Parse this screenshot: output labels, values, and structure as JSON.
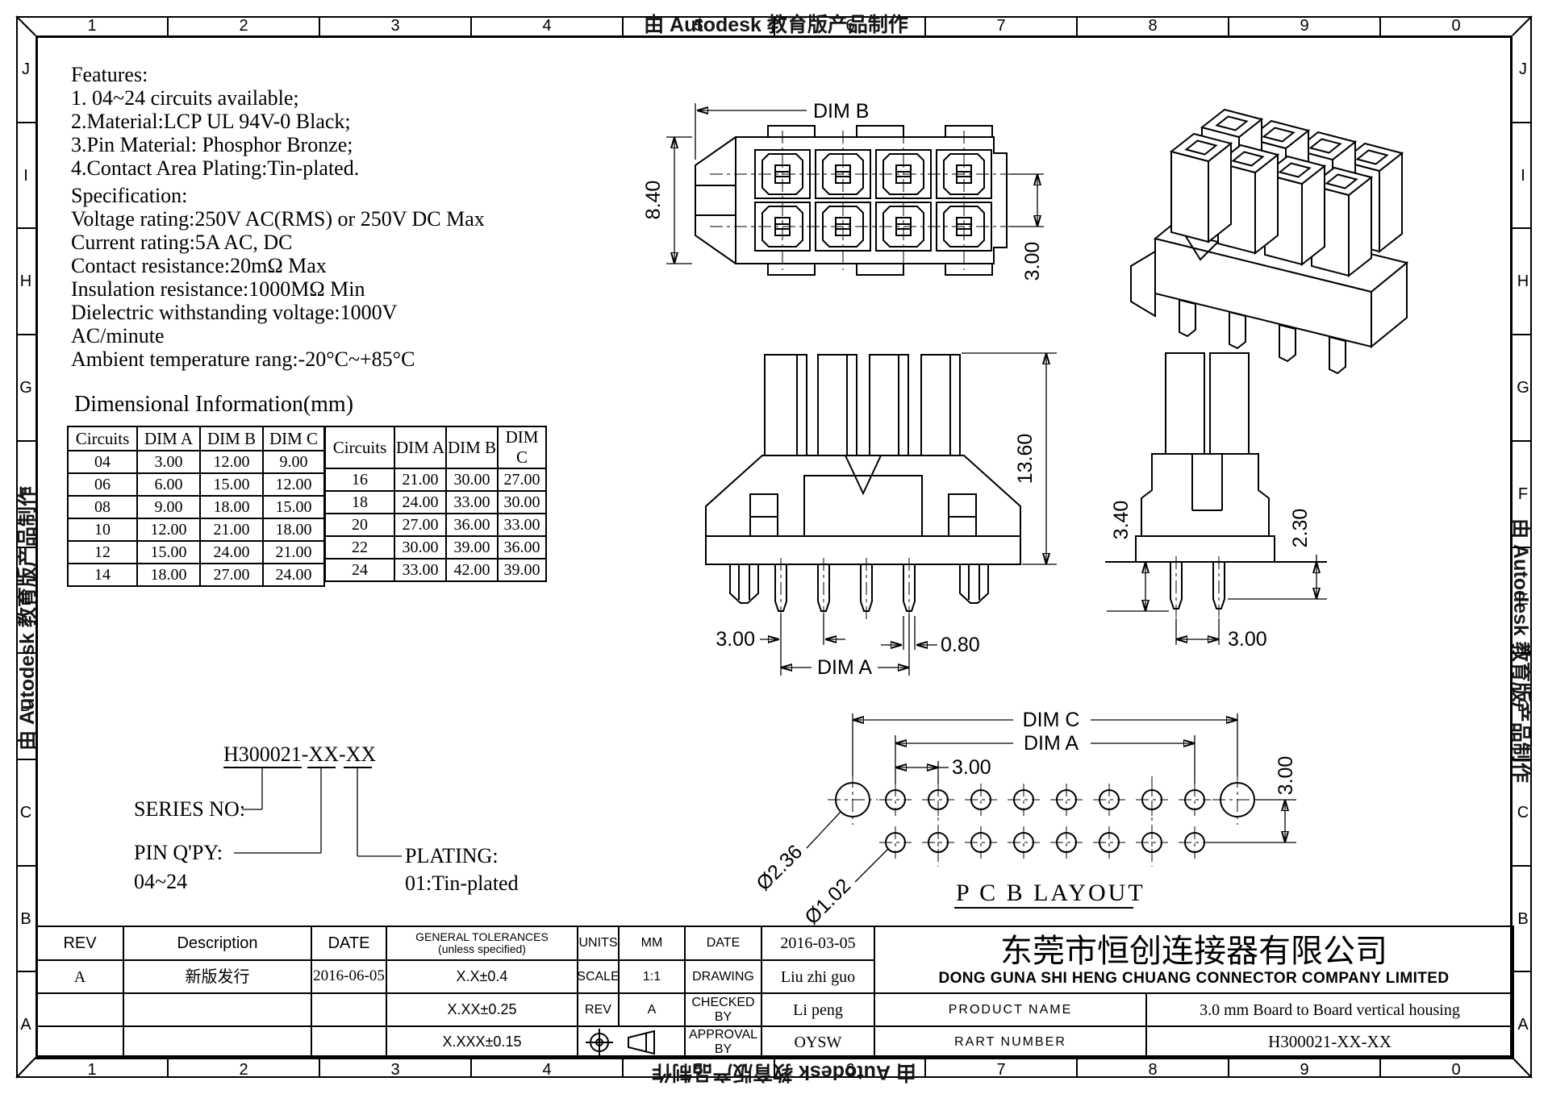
{
  "watermark": {
    "text": "由 Autodesk 教育版产品制作"
  },
  "border": {
    "columns": [
      "1",
      "2",
      "3",
      "4",
      "5",
      "6",
      "7",
      "8",
      "9",
      "0"
    ],
    "rows": [
      "J",
      "I",
      "H",
      "G",
      "F",
      "E",
      "D",
      "C",
      "B",
      "A"
    ]
  },
  "features": {
    "title": "Features:",
    "lines": [
      "1. 04~24 circuits available;",
      "2.Material:LCP UL 94V-0 Black;",
      "3.Pin Material: Phosphor Bronze;",
      "4.Contact Area Plating:Tin-plated."
    ]
  },
  "specification": {
    "title": "Specification:",
    "lines": [
      "Voltage rating:250V AC(RMS) or 250V DC Max",
      "Current rating:5A AC, DC",
      "Contact resistance:20mΩ Max",
      "Insulation resistance:1000MΩ Min",
      "Dielectric withstanding voltage:1000V",
      "AC/minute",
      "Ambient temperature rang:-20°C~+85°C"
    ]
  },
  "dim_table": {
    "title": "Dimensional Information(mm)",
    "headers": [
      "Circuits",
      "DIM A",
      "DIM B",
      "DIM C"
    ],
    "left": [
      [
        "04",
        "3.00",
        "12.00",
        "9.00"
      ],
      [
        "06",
        "6.00",
        "15.00",
        "12.00"
      ],
      [
        "08",
        "9.00",
        "18.00",
        "15.00"
      ],
      [
        "10",
        "12.00",
        "21.00",
        "18.00"
      ],
      [
        "12",
        "15.00",
        "24.00",
        "21.00"
      ],
      [
        "14",
        "18.00",
        "27.00",
        "24.00"
      ]
    ],
    "right": [
      [
        "16",
        "21.00",
        "30.00",
        "27.00"
      ],
      [
        "18",
        "24.00",
        "33.00",
        "30.00"
      ],
      [
        "20",
        "27.00",
        "36.00",
        "33.00"
      ],
      [
        "22",
        "30.00",
        "39.00",
        "36.00"
      ],
      [
        "24",
        "33.00",
        "42.00",
        "39.00"
      ]
    ]
  },
  "part_number": {
    "code": "H300021-XX-XX",
    "series_label": "SERIES NO:",
    "pin_qty_label": "PIN Q'PY:",
    "pin_qty_value": "04~24",
    "plating_label": "PLATING:",
    "plating_value": "01:Tin-plated"
  },
  "drawings": {
    "top_view": {
      "dim_b": "DIM B",
      "height": "8.40",
      "row_pitch": "3.00"
    },
    "front_view": {
      "height": "13.60",
      "pitch": "3.00",
      "dim_a": "DIM A",
      "pin_width": "0.80"
    },
    "side_view": {
      "pin_length": "3.40",
      "standoff": "2.30",
      "pitch": "3.00"
    },
    "pcb_layout": {
      "dim_c": "DIM C",
      "dim_a": "DIM A",
      "pitch": "3.00",
      "row_pitch": "3.00",
      "peg_dia": "Ø2.36",
      "pin_hole_dia": "Ø1.02",
      "title": "P C B LAYOUT"
    }
  },
  "title_block": {
    "rev_header": "REV",
    "description_header": "Description",
    "date_header": "DATE",
    "rev": "A",
    "description": "新版发行",
    "date": "2016-06-05",
    "tolerances_header_1": "GENERAL TOLERANCES",
    "tolerances_header_2": "(unless specified)",
    "tolerance_x": "X.X±0.4",
    "tolerance_xx": "X.XX±0.25",
    "tolerance_xxx": "X.XXX±0.15",
    "units_label": "UNITS",
    "units": "MM",
    "scale_label": "SCALE",
    "scale": "1:1",
    "rev_label": "REV",
    "rev_value": "A",
    "date_label": "DATE",
    "date_value": "2016-03-05",
    "drawing_label": "DRAWING",
    "drawing_by": "Liu zhi guo",
    "checked_label": "CHECKED BY",
    "checked_by": "Li peng",
    "approval_label": "APPROVAL BY",
    "approval_by": "OYSW",
    "company_cn": "东莞市恒创连接器有限公司",
    "company_en": "DONG GUNA SHI HENG CHUANG CONNECTOR COMPANY LIMITED",
    "product_name_label": "PRODUCT NAME",
    "product_name": "3.0 mm Board to Board vertical housing",
    "part_number_label": "RART NUMBER",
    "part_number": "H300021-XX-XX"
  }
}
